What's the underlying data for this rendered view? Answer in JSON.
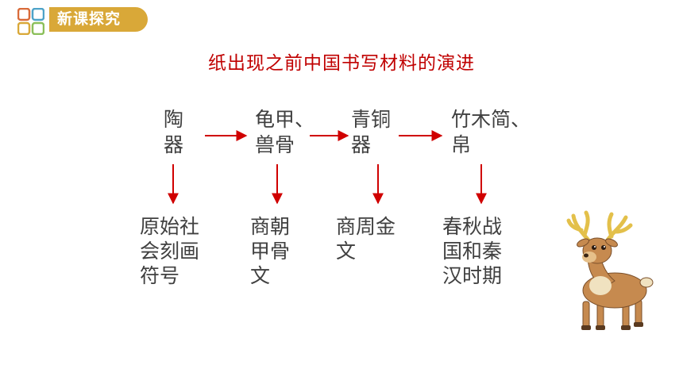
{
  "header": {
    "badge_label": "新课探究",
    "icon": "grid-squares-icon",
    "colors": {
      "badge": "#d9a838",
      "icon_squares": [
        "#d96b3a",
        "#4ea3c8",
        "#d9a838",
        "#8bbf5a"
      ]
    }
  },
  "title": "纸出现之前中国书写材料的演进",
  "stages": [
    "陶\n器",
    "龟甲、\n兽骨",
    "青铜\n器",
    "竹木简、\n帛"
  ],
  "eras": [
    "原始社\n会刻画\n符号",
    "商朝\n甲骨\n文",
    "商周金\n文",
    "春秋战\n国和秦\n汉时期"
  ],
  "illustration": "deer-icon",
  "colors": {
    "title": "#c00000",
    "arrows": "#d00000",
    "body_text": "#404040"
  }
}
